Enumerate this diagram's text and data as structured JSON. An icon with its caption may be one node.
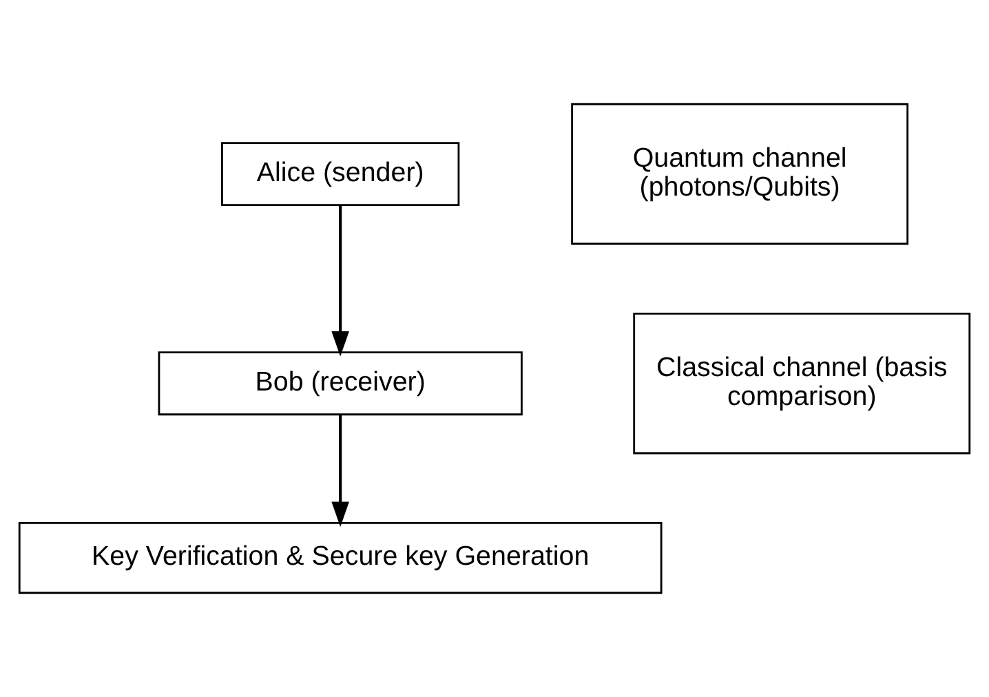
{
  "diagram": {
    "nodes": [
      {
        "text": [
          "Alice (sender)"
        ]
      },
      {
        "text": [
          "Quantum channel (photons/Qubits)"
        ]
      },
      {
        "text": [
          "Bob (receiver)"
        ]
      },
      {
        "text": [
          "Classical channel (basis comparison)"
        ]
      },
      {
        "text": [
          "Key Verification & Secure key Generation"
        ]
      }
    ],
    "edges": [
      {
        "from": 0,
        "to": 2,
        "arrow": "to"
      },
      {
        "from": 2,
        "to": 4,
        "arrow": "to"
      }
    ]
  }
}
